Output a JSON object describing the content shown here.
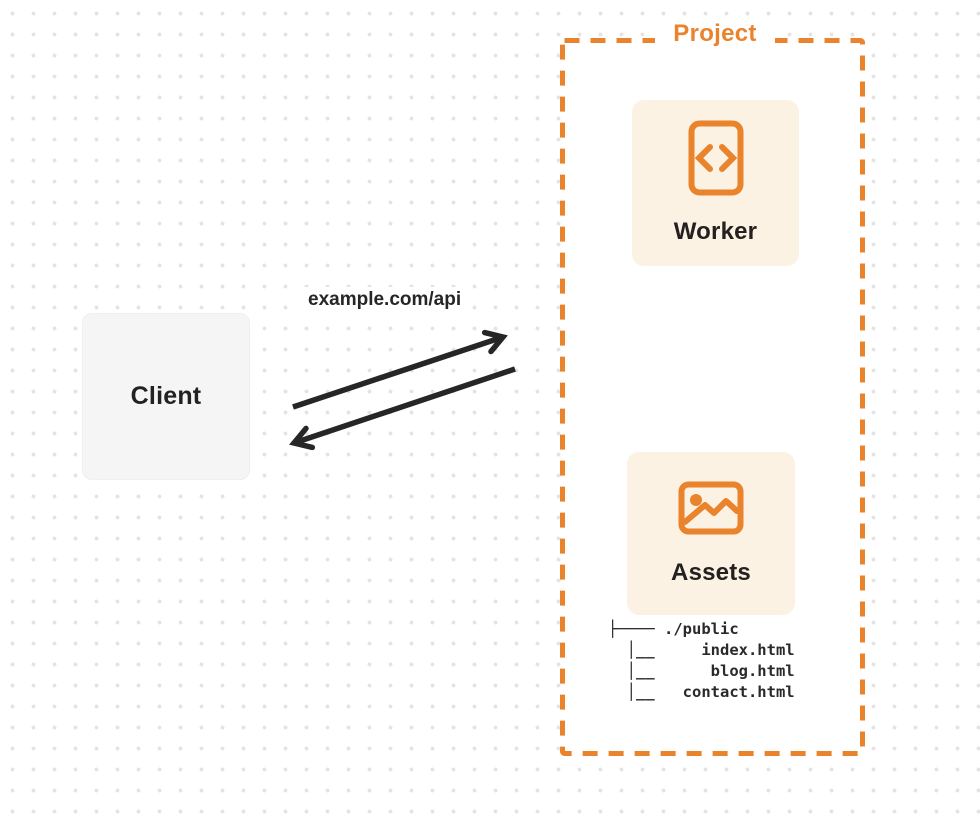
{
  "colors": {
    "accent": "#E9832C",
    "card_bg": "#FCF2E4",
    "ink": "#262626",
    "client_bg": "#F5F5F6",
    "dot": "#E3E3E3"
  },
  "client": {
    "label": "Client"
  },
  "request": {
    "label": "example.com/api"
  },
  "project": {
    "label": "Project",
    "worker": {
      "label": "Worker",
      "icon": "code-file-icon"
    },
    "assets": {
      "label": "Assets",
      "icon": "image-icon"
    },
    "file_tree": {
      "root": "./public",
      "files": [
        "index.html",
        "blog.html",
        "contact.html"
      ],
      "ascii": "├──── ./public\n  │__     index.html\n  │__      blog.html\n  │__   contact.html"
    }
  }
}
